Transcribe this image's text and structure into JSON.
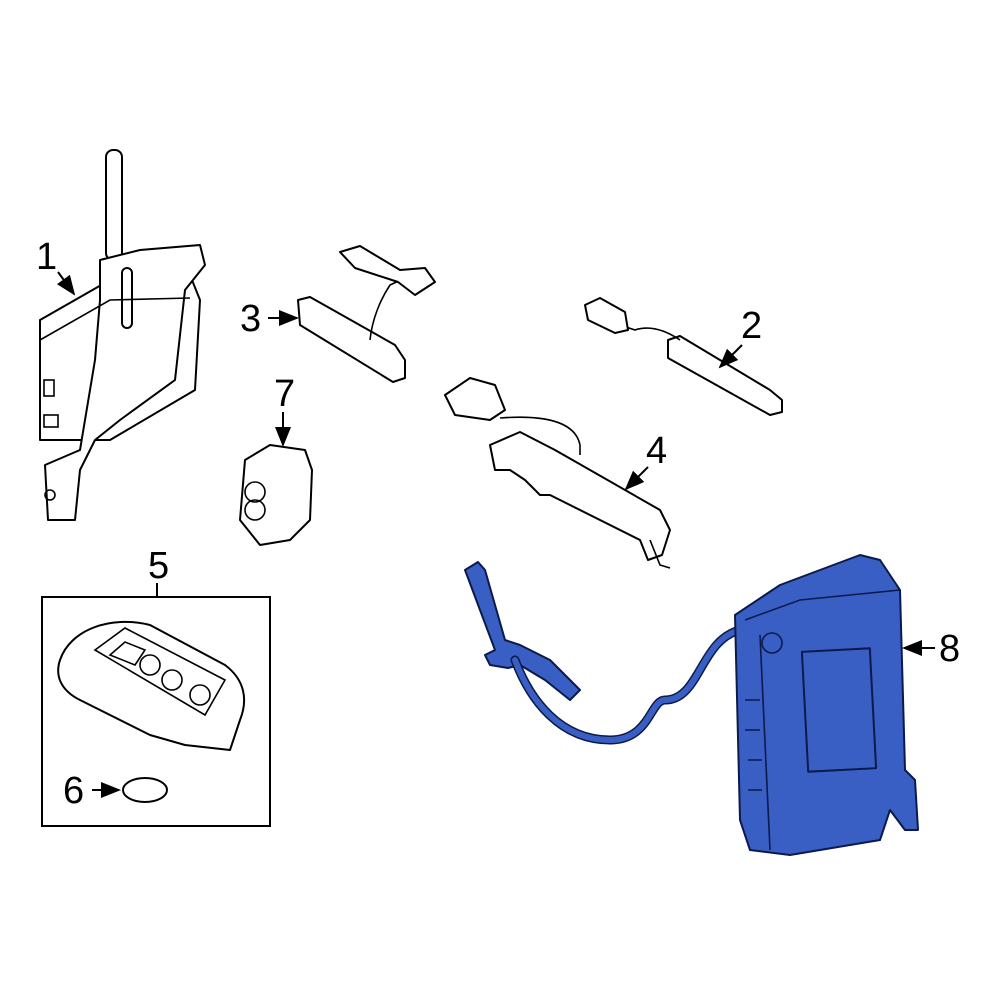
{
  "diagram": {
    "callouts": [
      "1",
      "2",
      "3",
      "4",
      "5",
      "6",
      "7",
      "8"
    ],
    "highlight_color": "#3a5fc4"
  }
}
